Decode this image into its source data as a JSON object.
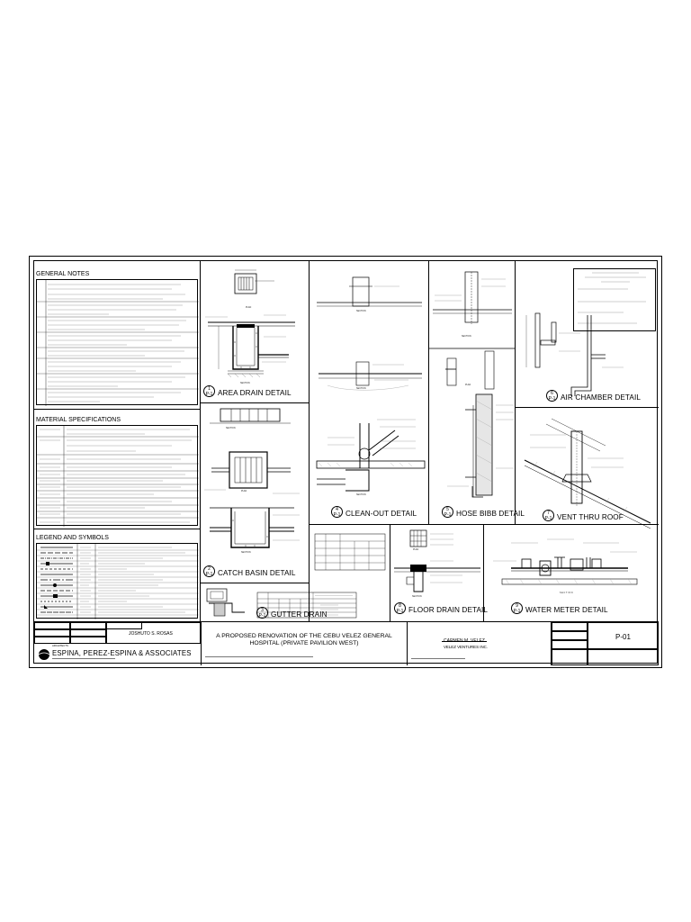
{
  "general_notes": {
    "title": "GENERAL NOTES"
  },
  "material_specs": {
    "title": "MATERIAL SPECIFICATIONS"
  },
  "legend": {
    "title": "LEGEND AND SYMBOLS"
  },
  "details": [
    {
      "num": "1",
      "title": "AREA DRAIN DETAIL"
    },
    {
      "num": "2",
      "title": "CATCH BASIN DETAIL"
    },
    {
      "num": "3",
      "title": "GUTTER DRAIN"
    },
    {
      "num": "4",
      "title": "CLEAN-OUT DETAIL"
    },
    {
      "num": "5",
      "title": "HOSE BIBB DETAIL"
    },
    {
      "num": "6",
      "title": "AIR CHAMBER DETAIL"
    },
    {
      "num": "7",
      "title": "VENT THRU ROOF"
    },
    {
      "num": "8",
      "title": "FLOOR DRAIN DETAIL"
    },
    {
      "num": "9",
      "title": "WATER METER DETAIL"
    }
  ],
  "sheet_ref": "P-1",
  "view_labels": {
    "plan": "PLAN",
    "section": "SECTION",
    "section_caps": "S E C T I O N"
  },
  "title_block": {
    "designer": "JOSHUTO S. ROSAS",
    "firm": "ESPINA, PEREZ-ESPINA & ASSOCIATES",
    "firm_label": "ARCHITECTS",
    "project_line1": "A PROPOSED RENOVATION OF THE CEBU VELEZ GENERAL",
    "project_line2": "HOSPITAL (PRIVATE PAVILION WEST)",
    "owner_name": "CARMEN M. VELEZ",
    "owner_company": "VELEZ VENTURES INC.",
    "sheet_number": "P-01",
    "colors": {
      "ink": "#000000",
      "paper": "#ffffff"
    }
  }
}
